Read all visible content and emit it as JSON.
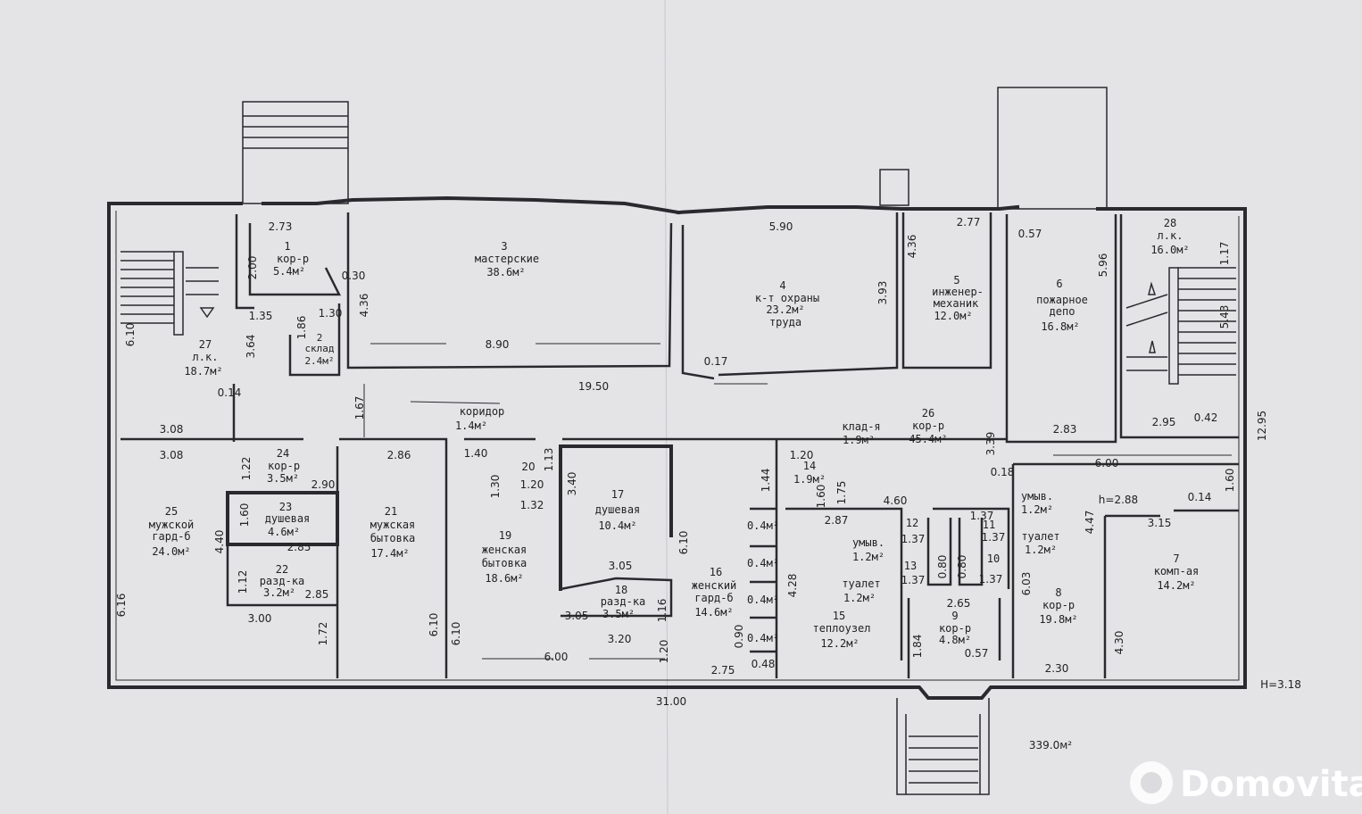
{
  "rooms": [
    {
      "id": "r1",
      "num": "1",
      "name": "кор-р",
      "area": "5.4м²"
    },
    {
      "id": "r2",
      "num": "2",
      "name": "склад",
      "area": "2.4м²"
    },
    {
      "id": "r3",
      "num": "3",
      "name": "мастерские",
      "area": "38.6м²"
    },
    {
      "id": "r4",
      "num": "4",
      "name": "к-т охраны",
      "name2": "труда",
      "area": "23.2м²"
    },
    {
      "id": "r5",
      "num": "5",
      "name": "инженер-",
      "name2": "механик",
      "area": "12.0м²"
    },
    {
      "id": "r6",
      "num": "6",
      "name": "пожарное",
      "name2": "депо",
      "area": "16.8м²"
    },
    {
      "id": "r7",
      "num": "7",
      "name": "комп-ая",
      "area": "14.2м²"
    },
    {
      "id": "r8",
      "num": "8",
      "name": "кор-р",
      "area": "19.8м²"
    },
    {
      "id": "r9",
      "num": "9",
      "name": "кор-р",
      "area": "4.8м²"
    },
    {
      "id": "r10",
      "num": "10",
      "name": "туалет",
      "area": "1.2м²"
    },
    {
      "id": "r11",
      "num": "11",
      "name": "умыв.",
      "area": "1.2м²"
    },
    {
      "id": "r12",
      "num": "12",
      "name": "умыв.",
      "area": "1.2м²"
    },
    {
      "id": "r13",
      "num": "13",
      "name": "туалет",
      "area": "1.2м²"
    },
    {
      "id": "r14",
      "num": "14",
      "name": "",
      "area": "1.9м²"
    },
    {
      "id": "r15",
      "num": "15",
      "name": "теплоузел",
      "area": "12.2м²"
    },
    {
      "id": "r16",
      "num": "16",
      "name": "женский",
      "name2": "гард-б",
      "area": "14.6м²"
    },
    {
      "id": "r17",
      "num": "17",
      "name": "душевая",
      "area": "10.4м²"
    },
    {
      "id": "r18",
      "num": "18",
      "name": "разд-ка",
      "area": "3.5м²"
    },
    {
      "id": "r19",
      "num": "19",
      "name": "женская",
      "name2": "бытовка",
      "area": "18.6м²"
    },
    {
      "id": "r21",
      "num": "21",
      "name": "мужская",
      "name2": "бытовка",
      "area": "17.4м²"
    },
    {
      "id": "r22",
      "num": "22",
      "name": "разд-ка",
      "area": "3.2м²"
    },
    {
      "id": "r23",
      "num": "23",
      "name": "душевая",
      "area": "4.6м²"
    },
    {
      "id": "r24",
      "num": "24",
      "name": "кор-р",
      "area": "3.5м²"
    },
    {
      "id": "r25",
      "num": "25",
      "name": "мужской",
      "name2": "гард-б",
      "area": "24.0м²"
    },
    {
      "id": "r26",
      "num": "26",
      "name": "кор-р",
      "area": "45.4м²"
    },
    {
      "id": "r27",
      "num": "27",
      "name": "л.к.",
      "area": "18.7м²"
    },
    {
      "id": "r28",
      "num": "28",
      "name": "л.к.",
      "area": "16.0м²"
    }
  ],
  "labels": {
    "corridor_name": "коридор",
    "corridor_area": "1.4м²",
    "storage_name": "клад-я",
    "storage_area": "1.9м²",
    "locker": "0.4м²",
    "total_area": "339.0м²",
    "height_main": "H=3.18",
    "height_room7": "h=2.88",
    "watermark": "Domovita"
  },
  "dims": {
    "d273": "2.73",
    "d200": "2.00",
    "d030": "0.30",
    "d436a": "4.36",
    "d135": "1.35",
    "d186": "1.86",
    "d130": "1.30",
    "d364": "3.64",
    "d610a": "6.10",
    "d890": "8.90",
    "d590": "5.90",
    "d393": "3.93",
    "d017": "0.17",
    "d277": "2.77",
    "d436b": "4.36",
    "d057a": "0.57",
    "d596": "5.96",
    "d117": "1.17",
    "d543": "5.43",
    "d1950": "19.50",
    "d014a": "0.14",
    "d167": "1.67",
    "d308a": "3.08",
    "d308b": "3.08",
    "d122": "1.22",
    "d290": "2.90",
    "d286": "2.86",
    "d140": "1.40",
    "d020": "20",
    "d113": "1.13",
    "d130b": "1.30",
    "d120a": "1.20",
    "d132": "1.32",
    "d340": "3.40",
    "d339": "3.39",
    "d283": "2.83",
    "d295": "2.95",
    "d042": "0.42",
    "d1295": "12.95",
    "d600a": "6.00",
    "d018": "0.18",
    "d160a": "1.60",
    "d120b": "1.20",
    "d144": "1.44",
    "d175": "1.75",
    "d160b": "1.60",
    "d287": "2.87",
    "d460": "4.60",
    "d137a": "1.37",
    "d137b": "1.37",
    "d137c": "1.37",
    "d137d": "1.37",
    "d137e": "1.37",
    "d080a": "0.80",
    "d080b": "0.80",
    "d014b": "0.14",
    "d447": "4.47",
    "d315": "3.15",
    "d440": "4.40",
    "d160c": "1.60",
    "d285a": "2.85",
    "d112": "1.12",
    "d285b": "2.85",
    "d300": "3.00",
    "d172": "1.72",
    "d610b": "6.10",
    "d610c": "6.10",
    "d610d": "6.10",
    "d305a": "3.05",
    "d305b": "3.05",
    "d116": "1.16",
    "d320": "3.20",
    "d600b": "6.00",
    "d120c": "1.20",
    "d275": "2.75",
    "d090": "0.90",
    "d048": "0.48",
    "d428": "4.28",
    "d265": "2.65",
    "d184": "1.84",
    "d057b": "0.57",
    "d603": "6.03",
    "d230": "2.30",
    "d430": "4.30",
    "d616": "6.16",
    "d3100": "31.00"
  }
}
